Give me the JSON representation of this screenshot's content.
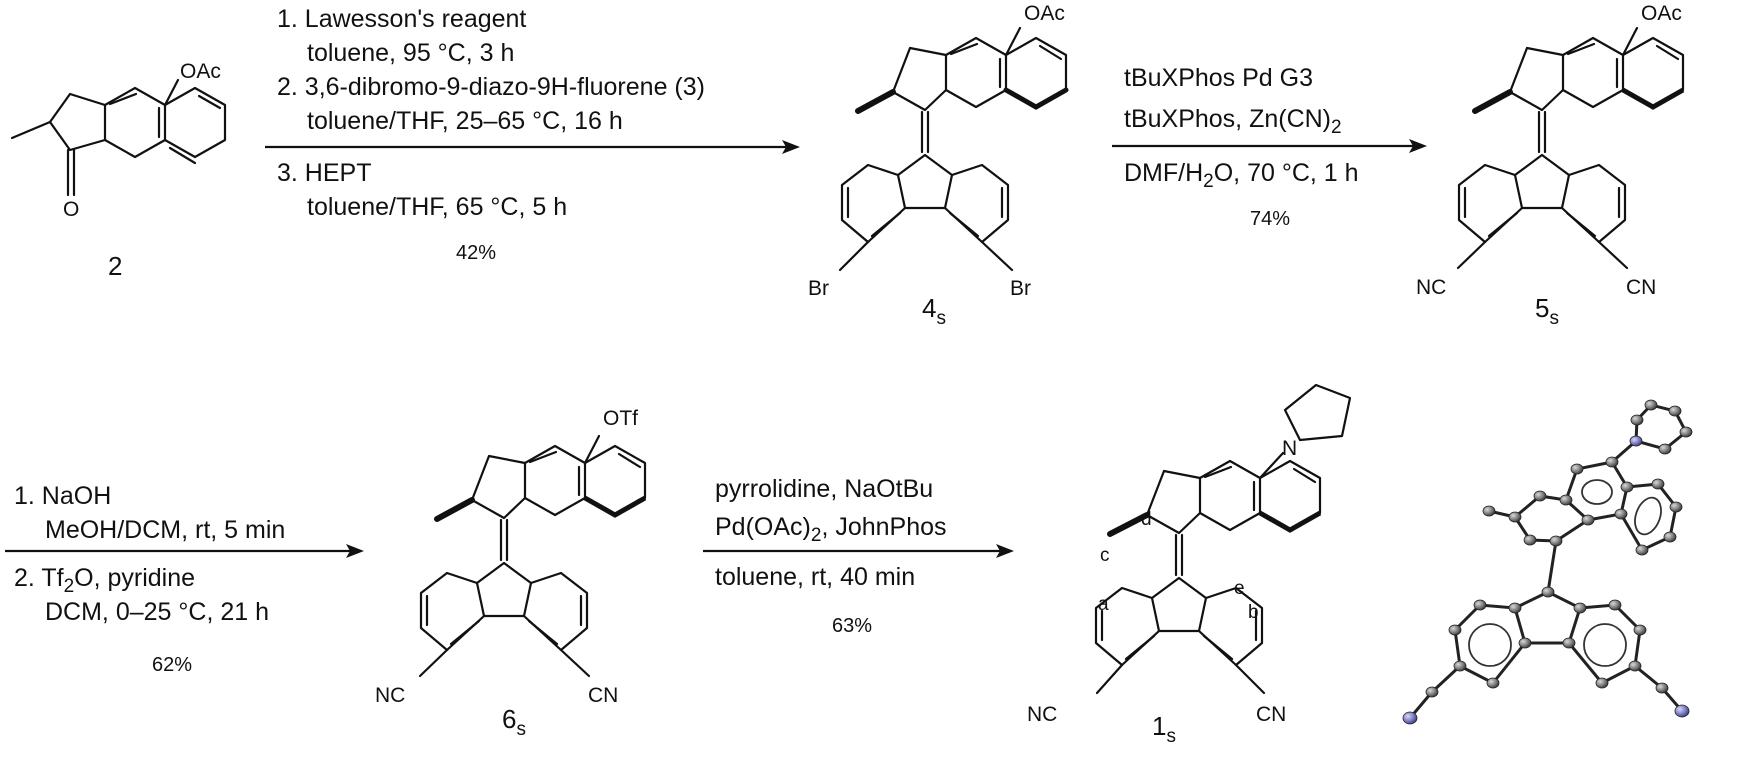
{
  "compounds": {
    "c2": "2",
    "c4": {
      "main": "4",
      "sub": "s"
    },
    "c5": {
      "main": "5",
      "sub": "s"
    },
    "c6": {
      "main": "6",
      "sub": "s"
    },
    "c1": {
      "main": "1",
      "sub": "s"
    }
  },
  "atoms": {
    "oac": "OAc",
    "otf": "OTf",
    "o": "O",
    "br": "Br",
    "nc": "NC",
    "cn": "CN",
    "n": "N"
  },
  "positions": {
    "a": "a",
    "b": "b",
    "c": "c",
    "d": "d",
    "e": "e"
  },
  "step1": {
    "l1": "1. Lawesson's reagent",
    "l2": "toluene, 95 °C, 3 h",
    "l3": "2. 3,6-dibromo-9-diazo-9H-fluorene (3)",
    "l4": "toluene/THF, 25–65 °C, 16 h",
    "l5": "3. HEPT",
    "l6": "toluene/THF, 65 °C, 5 h",
    "yield": "42%"
  },
  "step2": {
    "l1": "tBuXPhos Pd G3",
    "l2a": "tBuXPhos, Zn(CN)",
    "l2b": "2",
    "l3a": "DMF/H",
    "l3b": "2",
    "l3c": "O, 70 °C, 1 h",
    "yield": "74%"
  },
  "step3": {
    "l1": "1. NaOH",
    "l2": "MeOH/DCM, rt, 5 min",
    "l3a": "2. Tf",
    "l3b": "2",
    "l3c": "O, pyridine",
    "l4": "DCM, 0–25 °C, 21 h",
    "yield": "62%"
  },
  "step4": {
    "l1": "pyrrolidine, NaOtBu",
    "l2a": "Pd(OAc)",
    "l2b": "2",
    "l2c": ", JohnPhos",
    "l3": "toluene, rt, 40 min",
    "yield": "63%"
  }
}
